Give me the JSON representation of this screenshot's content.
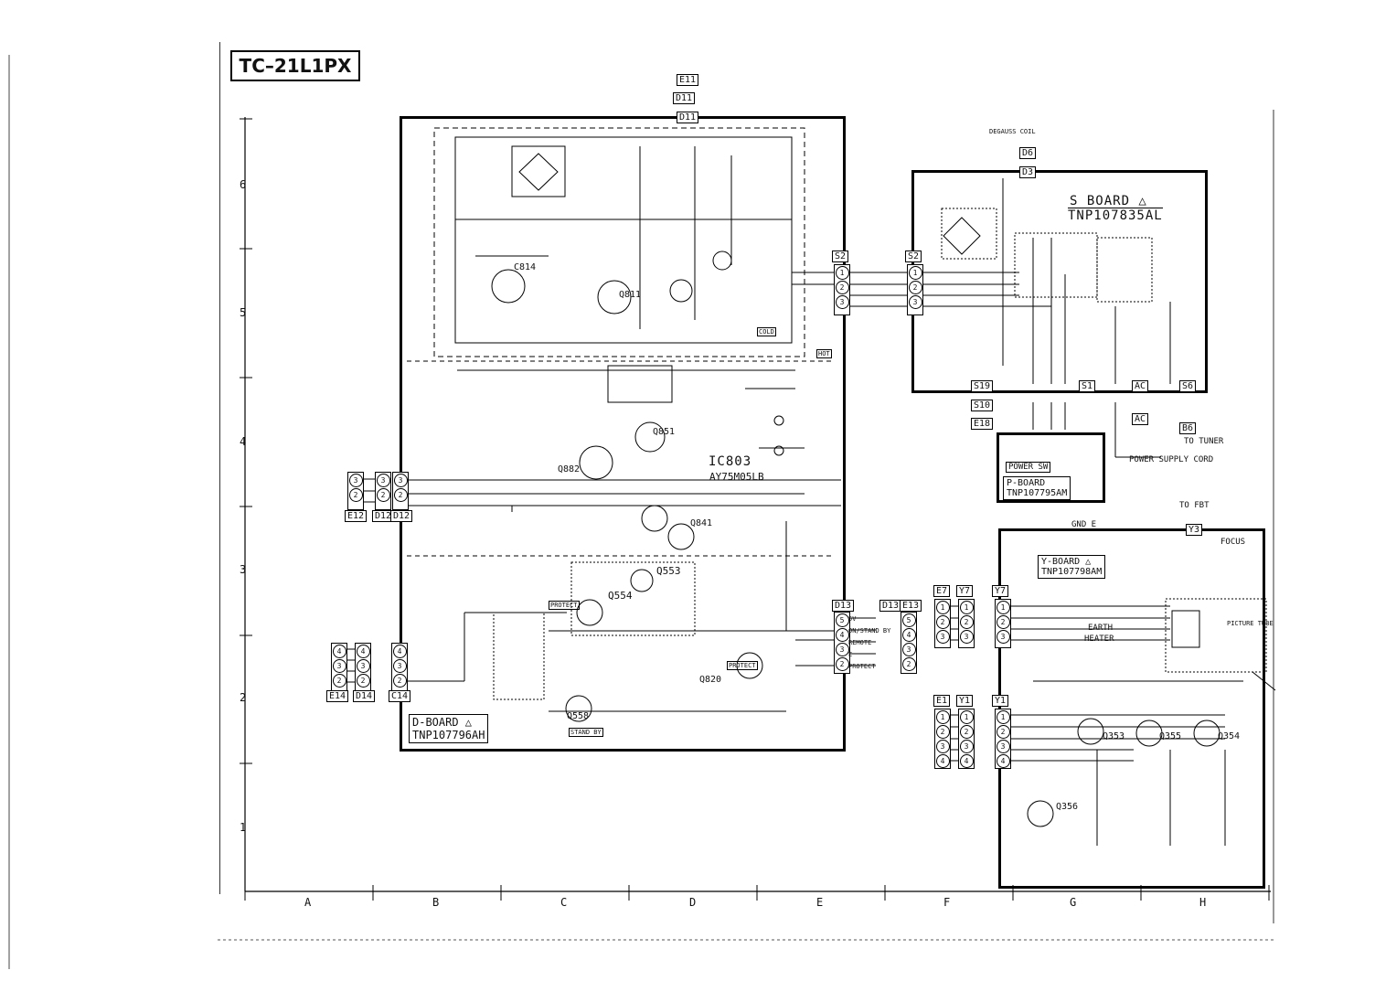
{
  "title": "TC–21L1PX",
  "row_numbers": [
    "6",
    "5",
    "4",
    "3",
    "2",
    "1"
  ],
  "column_letters": [
    "A",
    "B",
    "C",
    "D",
    "E",
    "F",
    "G",
    "H"
  ],
  "boards": {
    "d_board": {
      "name": "D-BOARD △",
      "part": "TNP107796AH"
    },
    "s_board": {
      "name": "S BOARD △",
      "part": "TNP107835AL"
    },
    "p_board": {
      "name": "P-BOARD",
      "part": "TNP107795AM"
    },
    "y_board": {
      "name": "Y-BOARD △",
      "part": "TNP107798AM"
    }
  },
  "components": {
    "ic803": "IC803",
    "ic803_part": "AY75M05LB",
    "q553": "Q553",
    "q554": "Q554",
    "q558": "Q558",
    "q820": "Q820",
    "q841": "Q841",
    "q882": "Q882",
    "q811": "Q811",
    "q851": "Q851",
    "q353": "Q353",
    "q354": "Q354",
    "q355": "Q355",
    "q356": "Q356",
    "c814": "C814"
  },
  "connectors": {
    "e11": "E11",
    "d11a": "D11",
    "d11b": "D11",
    "d3": "D3",
    "d6": "D6",
    "s2a": "S2",
    "s2b": "S2",
    "s1": "S1",
    "s6": "S6",
    "b6": "B6",
    "ac": "AC",
    "ac2": "AC",
    "s10": "S10",
    "s19": "S19",
    "e18": "E18",
    "e12": "E12",
    "d12a": "D12",
    "d12b": "D12",
    "e14": "E14",
    "d14": "D14",
    "c14": "C14",
    "d13": "D13",
    "d13b": "D13",
    "e13": "E13",
    "e7": "E7",
    "y7a": "Y7",
    "y7b": "Y7",
    "e1": "E1",
    "y1a": "Y1",
    "y1b": "Y1",
    "y3": "Y3"
  },
  "labels": {
    "power_sw": "POWER SW",
    "power_supply_cord": "POWER SUPPLY CORD",
    "to_fbt": "TO FBT",
    "to_tuner": "TO TUNER",
    "protect": "PROTECT",
    "cold": "COLD",
    "hot": "HOT",
    "stand_by": "STAND BY",
    "earth": "EARTH",
    "heater": "HEATER",
    "focus": "FOCUS",
    "picture_tube": "PICTURE TUBE",
    "degauss_coil": "DEGAUSS COIL",
    "gnd_e": "GND E"
  },
  "d13_pins": [
    "5V",
    "ON/STAND BY",
    "REMOTE",
    "E",
    "PROTECT"
  ]
}
